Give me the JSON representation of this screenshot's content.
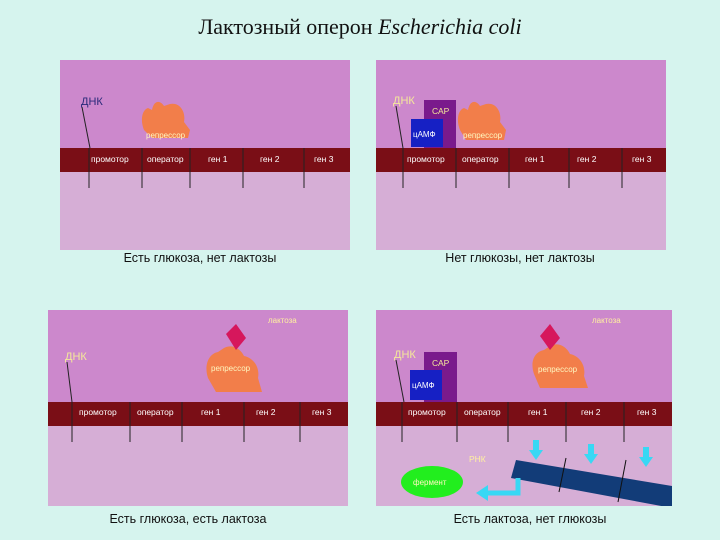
{
  "title": {
    "main": "Лактозный оперон",
    "species": "Escherichia coli"
  },
  "labels": {
    "dna": "ДНК",
    "promoter": "промотор",
    "operator": "оператор",
    "gene1": "ген 1",
    "gene2": "ген 2",
    "gene3": "ген 3",
    "repressor": "репрессор",
    "cap": "САР",
    "camp": "цАМФ",
    "lactose": "лактоза",
    "rna": "РНК",
    "enzyme": "фермент"
  },
  "captions": {
    "panel1": "Есть глюкоза, нет лактозы",
    "panel2": "Нет глюкозы, нет лактозы",
    "panel3": "Есть глюкоза, есть лактоза",
    "panel4": "Есть лактоза, нет глюкозы"
  },
  "colors": {
    "background": "#d6f4ee",
    "panel_top": "#cc88cc",
    "panel_bottom": "#d6aed6",
    "dna_strip": "#7a0e16",
    "repressor": "#f27e4a",
    "lactose": "#d6175c",
    "cap": "#7a1a8c",
    "camp": "#1620c4",
    "rna": "#123c78",
    "arrow": "#38d8f4",
    "enzyme": "#22ee1e"
  }
}
